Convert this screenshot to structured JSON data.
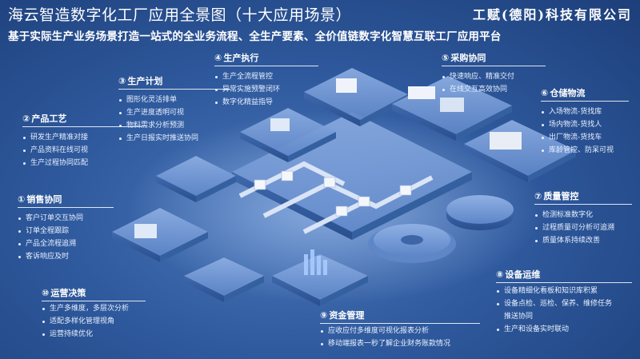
{
  "header": {
    "title": "海云智造数字化工厂应用全景图（十大应用场景）",
    "company": "工赋(德阳)科技有限公司",
    "subtitle": "基于实际生产业务场景打造一站式的全业务流程、全生产要素、全价值链数字化智慧互联工厂应用平台"
  },
  "panels": [
    {
      "num": "①",
      "title": "销售协同",
      "items": [
        "客户订单交互协同",
        "订单全程跟踪",
        "产品全流程追溯",
        "客诉响应及时"
      ]
    },
    {
      "num": "②",
      "title": "产品工艺",
      "items": [
        "研发生产精准对接",
        "产品资料在线可视",
        "生产过程协同匹配"
      ]
    },
    {
      "num": "③",
      "title": "生产计划",
      "items": [
        "图形化灵活排单",
        "生产进度透明可视",
        "物料需求分析预测",
        "生产日报实时推送协同"
      ]
    },
    {
      "num": "④",
      "title": "生产执行",
      "items": [
        "生产全流程管控",
        "异常实施预警闭环",
        "数字化精益指导"
      ]
    },
    {
      "num": "⑤",
      "title": "采购协同",
      "items": [
        "快速响应、精准交付",
        "在线交互高效协同"
      ]
    },
    {
      "num": "⑥",
      "title": "仓储物流",
      "items": [
        "入场物流-货找库",
        "场内物流-货找人",
        "出厂物流-货找车",
        "库龄管控、防呆可视"
      ]
    },
    {
      "num": "⑦",
      "title": "质量管控",
      "items": [
        "检测标准数字化",
        "过程质量可分析可追溯",
        "质量体系持续改善"
      ]
    },
    {
      "num": "⑧",
      "title": "设备运维",
      "items": [
        "设备精细化看板和知识库积累",
        "设备点检、巡检、保养、维修任务",
        "推送协同",
        "生产和设备实时联动"
      ]
    },
    {
      "num": "⑨",
      "title": "资金管理",
      "items": [
        "应收应付多维度可视化报表分析",
        "移动端报表一秒了解企业财务账款情况"
      ]
    },
    {
      "num": "⑩",
      "title": "运营决策",
      "items": [
        "生产多维度，多层次分析",
        "适配多样化管理视角",
        "运营持续优化"
      ]
    }
  ],
  "colors": {
    "background": "#2f5a9e",
    "platform": "#6f95d2",
    "accent": "#9fc0f0"
  }
}
